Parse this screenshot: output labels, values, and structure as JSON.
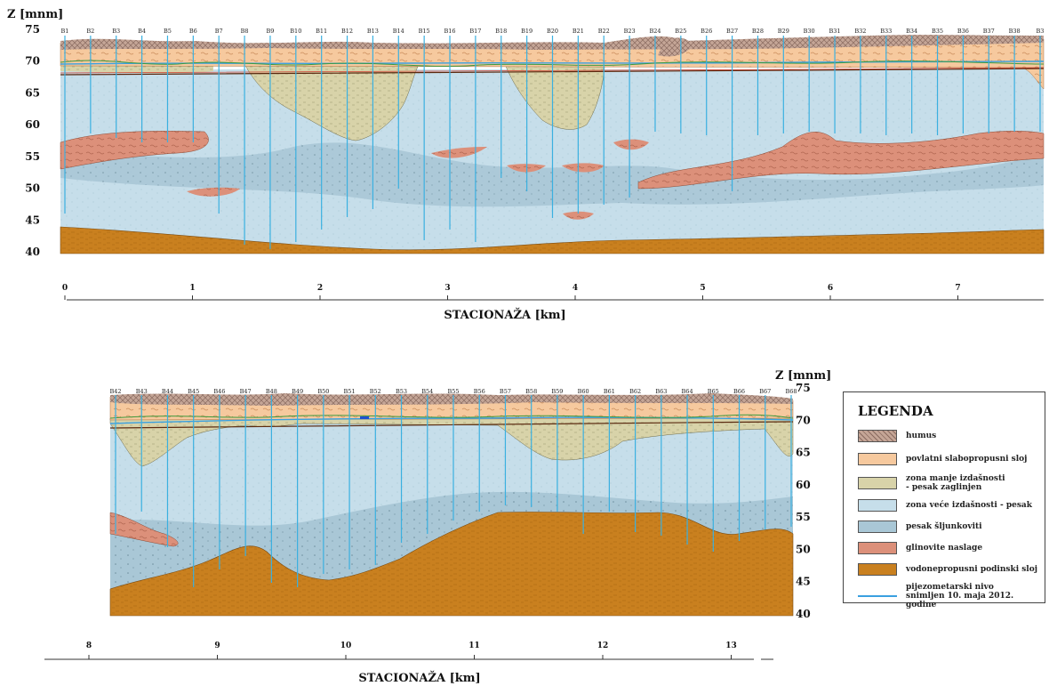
{
  "top_profile": {
    "z_label": "Z [mnm]",
    "z_ticks": [
      "75",
      "70",
      "65",
      "60",
      "55",
      "50",
      "45",
      "40"
    ],
    "boreholes": [
      "B1",
      "B2",
      "B3",
      "B4",
      "B5",
      "B6",
      "B7",
      "B8",
      "B9",
      "B10",
      "B11",
      "B12",
      "B13",
      "B14",
      "B15",
      "B16",
      "B17",
      "B18",
      "B19",
      "B20",
      "B21",
      "B22",
      "B23",
      "B24",
      "B25",
      "B26",
      "B27",
      "B28",
      "B29",
      "B30",
      "B31",
      "B32",
      "B33",
      "B34",
      "B35",
      "B36",
      "B37",
      "B38",
      "B3"
    ],
    "km_ticks": [
      "0",
      "1",
      "2",
      "3",
      "4",
      "5",
      "6",
      "7"
    ],
    "x_label": "STACIONAŽA [km]"
  },
  "bottom_profile": {
    "z_label": "Z [mnm]",
    "z_ticks": [
      "75",
      "70",
      "65",
      "60",
      "55",
      "50",
      "45",
      "40"
    ],
    "boreholes": [
      "B42",
      "B43",
      "B44",
      "B45",
      "B46",
      "B47",
      "B48",
      "B49",
      "B50",
      "B51",
      "B52",
      "B53",
      "B54",
      "B55",
      "B56",
      "B57",
      "B58",
      "B59",
      "B60",
      "B61",
      "B62",
      "B63",
      "B64",
      "B65",
      "B66",
      "B67",
      "B68"
    ],
    "km_ticks": [
      "8",
      "9",
      "10",
      "11",
      "12",
      "13"
    ],
    "x_label": "STACIONAŽA [km]"
  },
  "legend": {
    "title": "LEGENDA",
    "items": [
      {
        "label": "humus",
        "color": "#b89a8c"
      },
      {
        "label": "povlatni slabopropusni sloj",
        "color": "#f6c89c"
      },
      {
        "label": "zona manje izdašnosti\n   - pesak zaglinjen",
        "color": "#d9d3a8"
      },
      {
        "label": "zona veće izdašnosti - pesak",
        "color": "#c3dcea"
      },
      {
        "label": "pesak šljunkoviti",
        "color": "#a9c8d8"
      },
      {
        "label": "glinovite naslage",
        "color": "#d98d75"
      },
      {
        "label": "vodonepropusni podinski sloj",
        "color": "#c9801f"
      }
    ],
    "piezo_label": "pijezometarski nivo\nsnimljen 10. maja 2012. godine",
    "piezo_color": "#3aa0e0"
  }
}
